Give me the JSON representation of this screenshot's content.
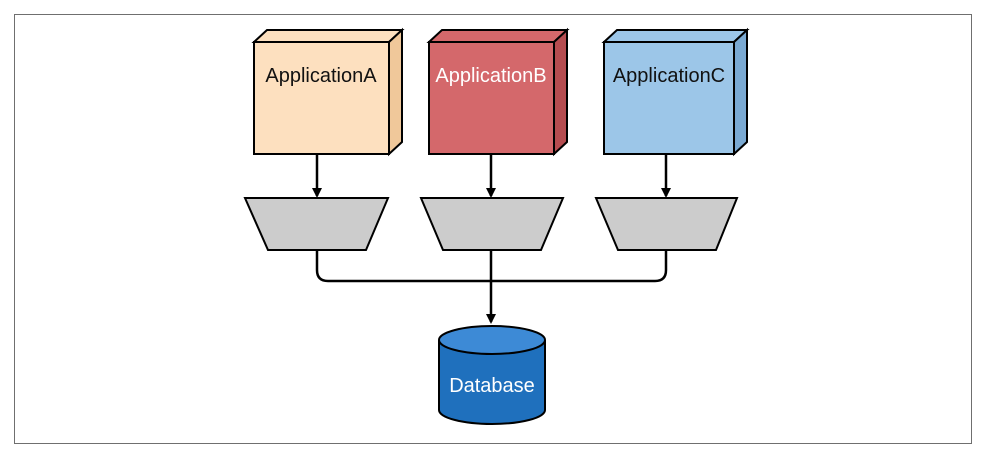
{
  "applications": [
    {
      "id": "a",
      "label": "ApplicationA",
      "front_color": "#fde0bf",
      "side_color": "#f0c89a",
      "text_color": "#111111"
    },
    {
      "id": "b",
      "label": "ApplicationB",
      "front_color": "#d4686b",
      "side_color": "#b54c50",
      "text_color": "#ffffff"
    },
    {
      "id": "c",
      "label": "ApplicationC",
      "front_color": "#9cc6e8",
      "side_color": "#7aa9d2",
      "text_color": "#111111"
    }
  ],
  "database": {
    "label": "Database",
    "color": "#1f70bd",
    "top_color": "#3d8ad6",
    "text_color": "#ffffff"
  },
  "trapezoid_color": "#cccccc",
  "line_color": "#000000"
}
